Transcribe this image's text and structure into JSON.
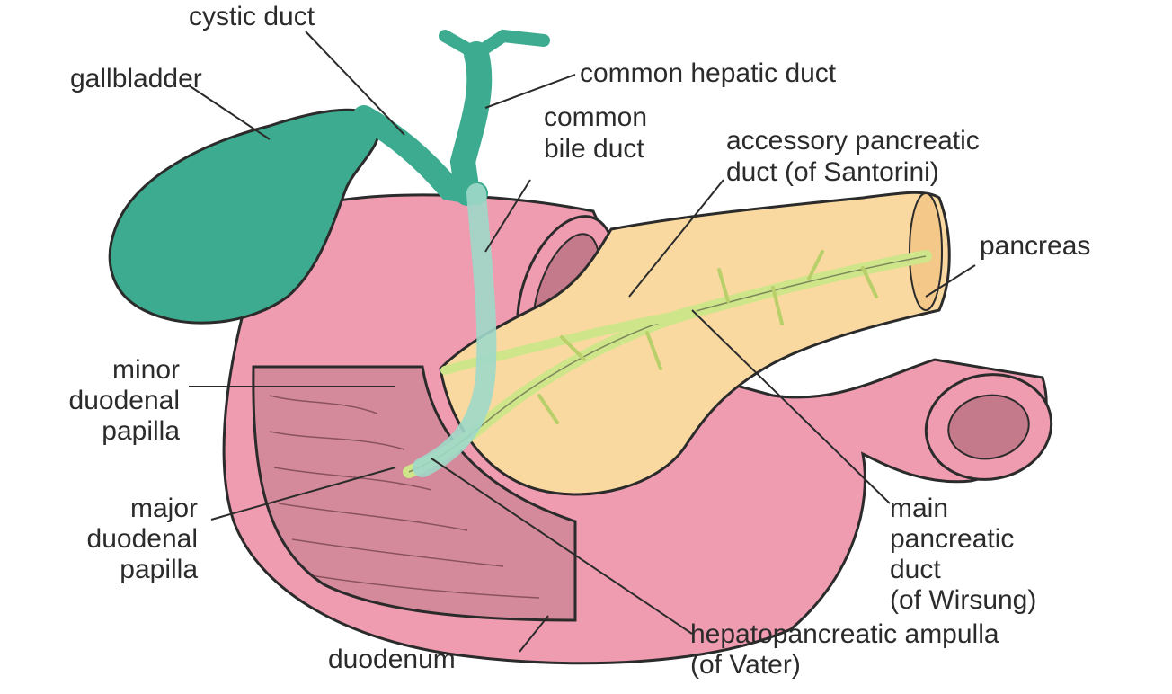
{
  "labels": {
    "cystic_duct": "cystic duct",
    "gallbladder": "gallbladder",
    "common_hepatic_duct": "common hepatic duct",
    "common_bile_duct_1": "common",
    "common_bile_duct_2": "bile duct",
    "accessory_1": "accessory pancreatic",
    "accessory_2": "duct (of Santorini)",
    "pancreas": "pancreas",
    "minor_1": "minor",
    "minor_2": "duodenal",
    "minor_3": "papilla",
    "major_1": "major",
    "major_2": "duodenal",
    "major_3": "papilla",
    "main_1": "main",
    "main_2": "pancreatic",
    "main_3": "duct",
    "main_4": "(of Wirsung)",
    "duodenum": "duodenum",
    "ampulla_1": "hepatopancreatic ampulla",
    "ampulla_2": "(of Vater)"
  },
  "colors": {
    "gallbladder": "#3dab8f",
    "duodenum": "#ef9bb0",
    "duodenum_inner": "#d48a9a",
    "pancreas": "#f9d9a0",
    "pancreatic_duct": "#dcef9a",
    "bile_duct": "#9fd8c9",
    "line": "#2b2b2b"
  }
}
